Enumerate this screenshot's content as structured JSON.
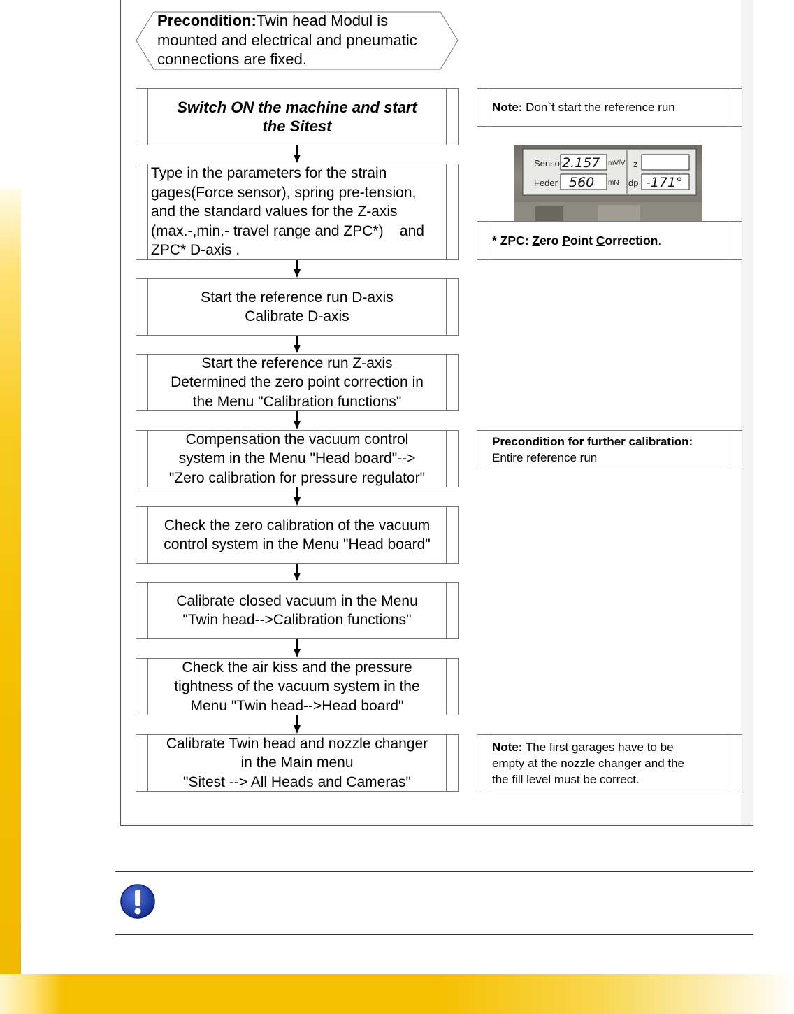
{
  "precondition": {
    "bold": "Precondition:",
    "line1": "Twin head Modul is",
    "line2": "mounted and electrical and pneumatic",
    "line3": "connections are fixed."
  },
  "steps": [
    {
      "lines": [
        "Switch ON the machine and start",
        "the Sitest"
      ]
    },
    {
      "lines": [
        "Type in the parameters for the strain",
        "gages(Force sensor), spring pre-tension,",
        "and the standard values for the Z-axis",
        "(max.-,min.- travel range and ZPC*)    and",
        "ZPC* D-axis ."
      ]
    },
    {
      "lines": [
        "Start the reference run D-axis",
        "Calibrate D-axis"
      ]
    },
    {
      "lines": [
        "Start the reference run Z-axis",
        "Determined the zero point correction in",
        "the Menu \"Calibration functions\""
      ]
    },
    {
      "lines": [
        "Compensation the vacuum control",
        "system in the Menu \"Head board\"-->",
        "\"Zero calibration for pressure regulator\""
      ]
    },
    {
      "lines": [
        "Check the zero calibration of the vacuum",
        "control system in the Menu \"Head board\""
      ]
    },
    {
      "lines": [
        "Calibrate closed vacuum in the Menu",
        "\"Twin head-->Calibration functions\""
      ]
    },
    {
      "lines": [
        "Check the air kiss and the pressure",
        "tightness of the vacuum system in the",
        "Menu \"Twin head-->Head board\""
      ]
    },
    {
      "lines": [
        "Calibrate Twin head and nozzle changer",
        "in the Main menu",
        "\"Sitest --> All Heads and Cameras\""
      ]
    }
  ],
  "notes": {
    "note1": {
      "bold": "Note:",
      "text": " Don`t start the reference run"
    },
    "zpc": {
      "star": "* ",
      "abbr": "ZPC:",
      "sp1": " ",
      "w1a": "Z",
      "w1b": "ero",
      "sp2": " ",
      "w2a": "P",
      "w2b": "oint",
      "sp3": " ",
      "w3a": "C",
      "w3b": "orrection",
      "end": "."
    },
    "precond2": {
      "bold": "Precondition for further calibration:",
      "text": "Entire reference run"
    },
    "note3": {
      "bold": "Note:",
      "line1": " The first garages have to be",
      "line2": "empty at the nozzle changer and the",
      "line3": "the fill level must be correct."
    }
  },
  "photo": {
    "sensor_label": "Sensor",
    "sensor_value": "2.157",
    "sensor_unit": "mV/V",
    "feder_label": "Feder",
    "feder_value": "560",
    "feder_unit": "mN",
    "z_label": "z",
    "dp_label": "dp",
    "dp_value": "-171°"
  },
  "colors": {
    "accent_yellow": "#f5c000",
    "info_blue": "#1f3fa8"
  },
  "icons": {
    "warning": "exclamation-circle-icon"
  }
}
